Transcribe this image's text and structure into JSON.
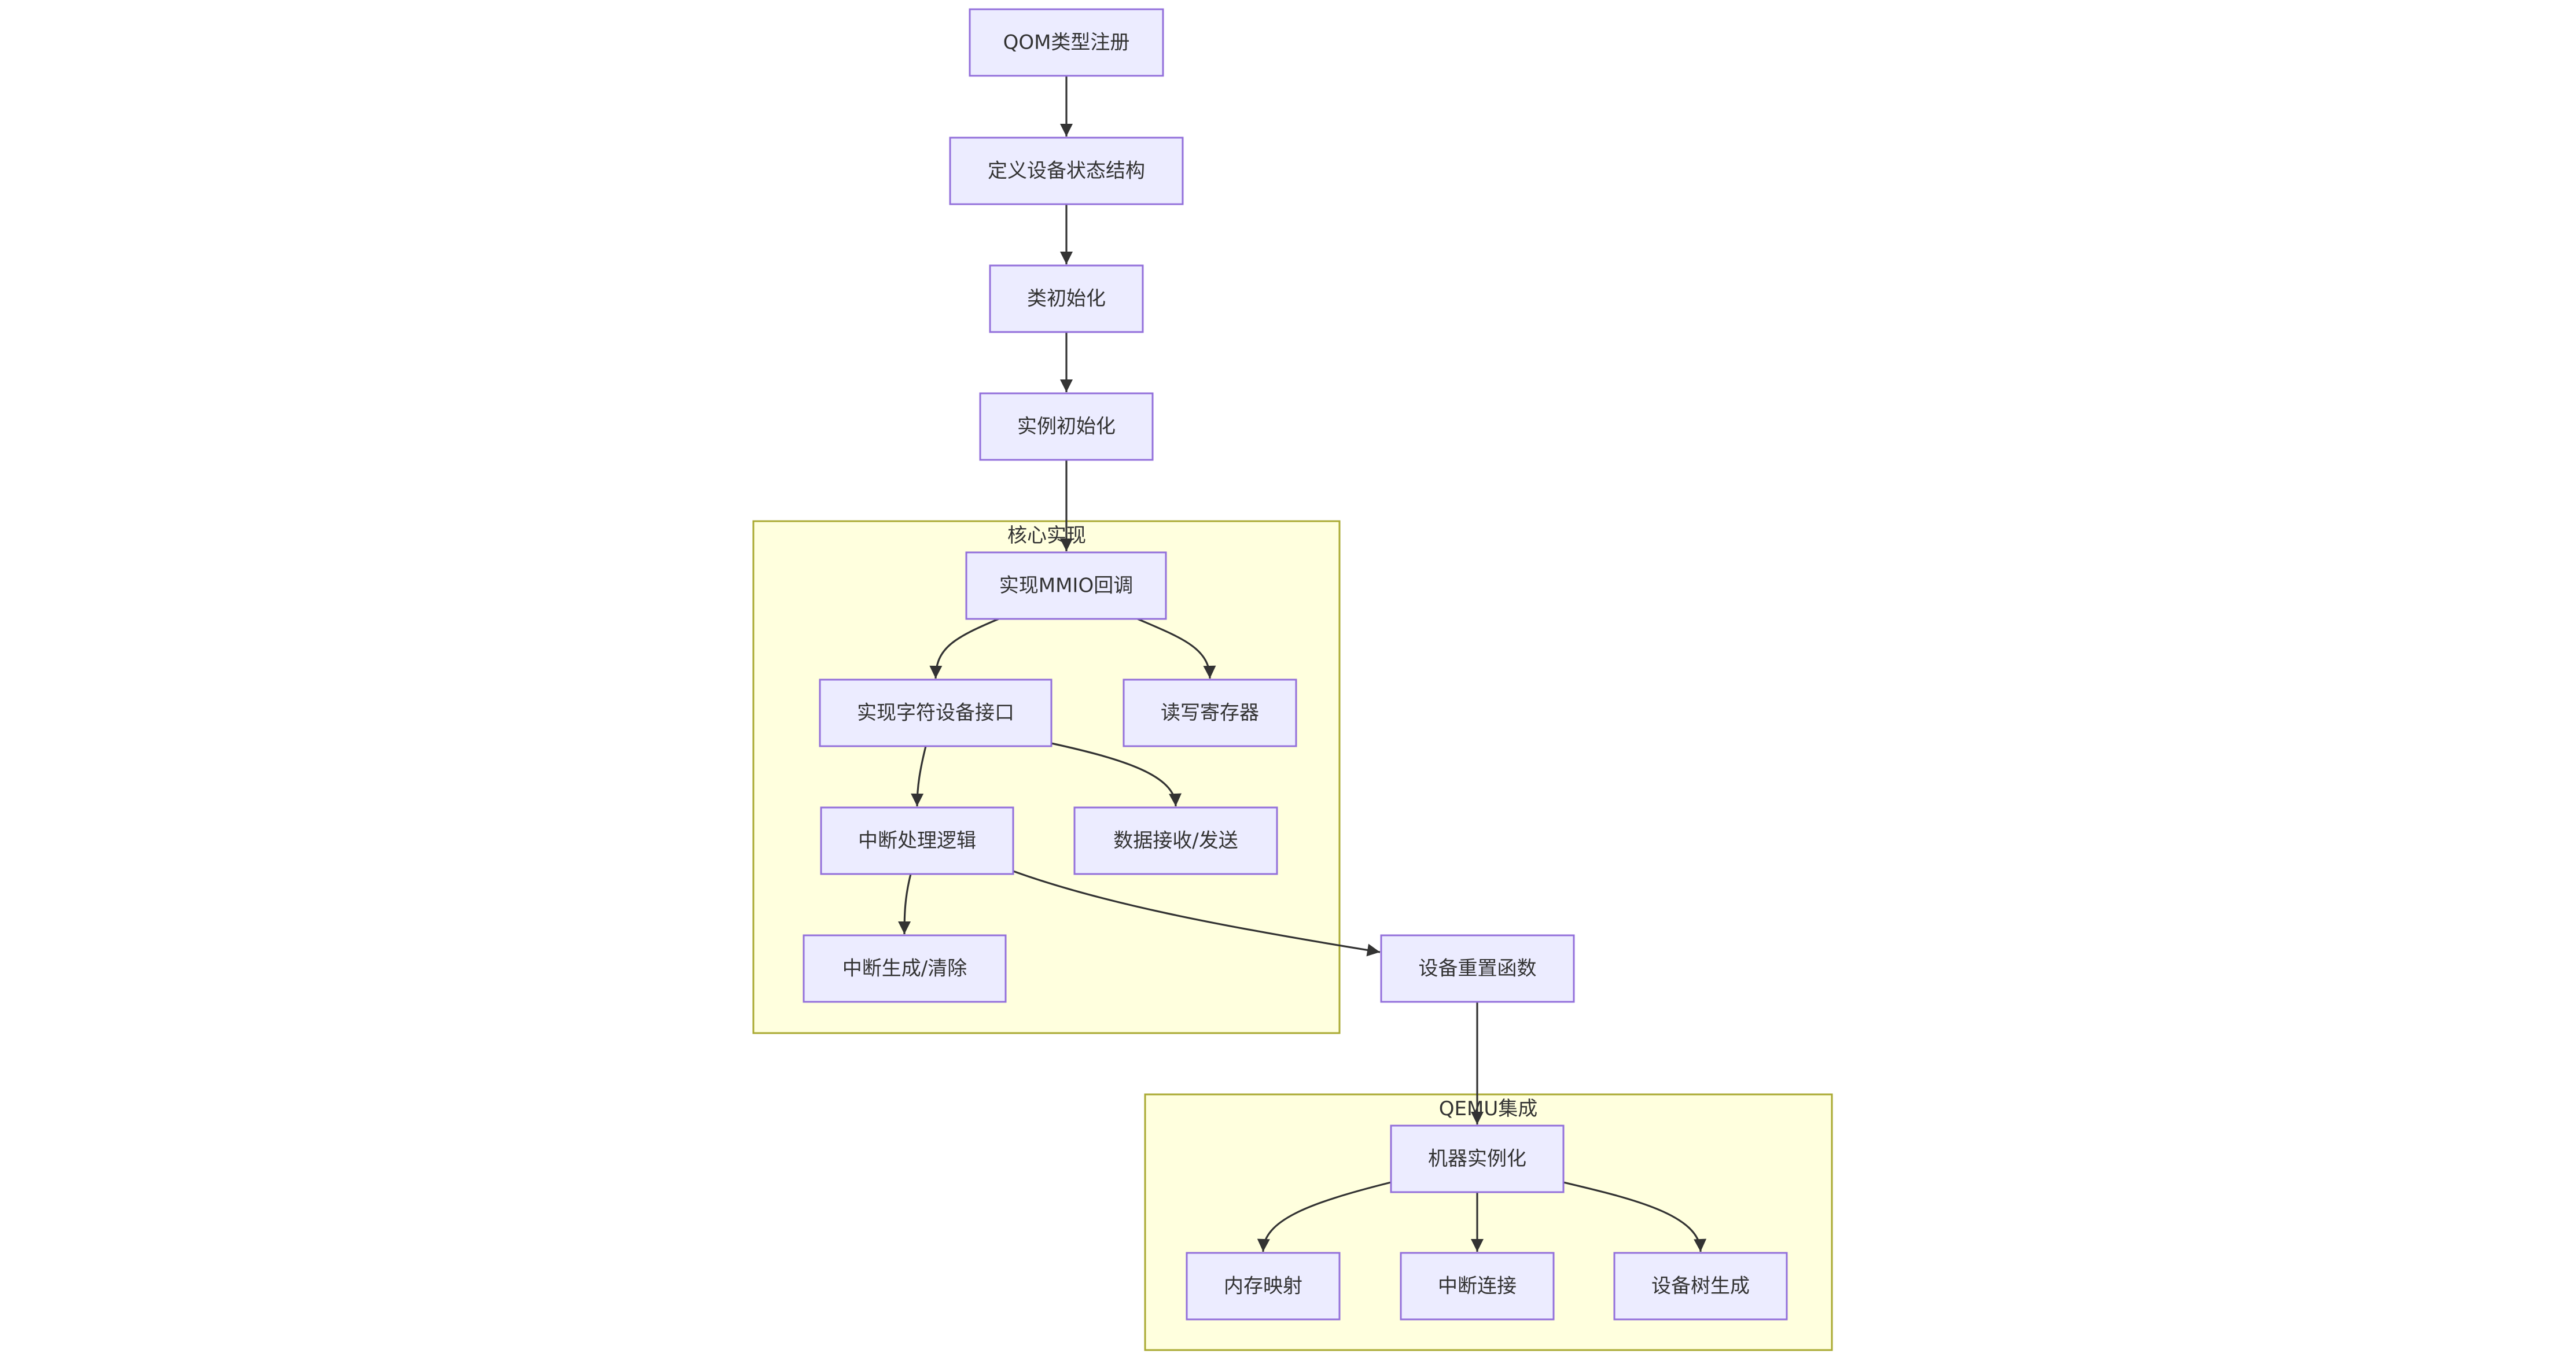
{
  "colors": {
    "node_fill": "#ececff",
    "node_stroke": "#9370db",
    "cluster_fill": "#ffffde",
    "cluster_stroke": "#aaaa33",
    "edge": "#333333",
    "text": "#333333"
  },
  "clusters": [
    {
      "id": "core",
      "label": "核心实现"
    },
    {
      "id": "qemu",
      "label": "QEMU集成"
    }
  ],
  "nodes": [
    {
      "id": "qom",
      "label": "QOM类型注册"
    },
    {
      "id": "state",
      "label": "定义设备状态结构"
    },
    {
      "id": "classinit",
      "label": "类初始化"
    },
    {
      "id": "instinit",
      "label": "实例初始化"
    },
    {
      "id": "mmio",
      "label": "实现MMIO回调"
    },
    {
      "id": "chardev",
      "label": "实现字符设备接口"
    },
    {
      "id": "regs",
      "label": "读写寄存器"
    },
    {
      "id": "irqlogic",
      "label": "中断处理逻辑"
    },
    {
      "id": "datarx",
      "label": "数据接收/发送"
    },
    {
      "id": "irqgen",
      "label": "中断生成/清除"
    },
    {
      "id": "reset",
      "label": "设备重置函数"
    },
    {
      "id": "machine",
      "label": "机器实例化"
    },
    {
      "id": "memmap",
      "label": "内存映射"
    },
    {
      "id": "irqconn",
      "label": "中断连接"
    },
    {
      "id": "dtb",
      "label": "设备树生成"
    }
  ],
  "edges": [
    {
      "from": "qom",
      "to": "state"
    },
    {
      "from": "state",
      "to": "classinit"
    },
    {
      "from": "classinit",
      "to": "instinit"
    },
    {
      "from": "instinit",
      "to": "mmio"
    },
    {
      "from": "mmio",
      "to": "chardev"
    },
    {
      "from": "mmio",
      "to": "regs"
    },
    {
      "from": "chardev",
      "to": "irqlogic"
    },
    {
      "from": "chardev",
      "to": "datarx"
    },
    {
      "from": "irqlogic",
      "to": "irqgen"
    },
    {
      "from": "irqlogic",
      "to": "reset"
    },
    {
      "from": "reset",
      "to": "machine"
    },
    {
      "from": "machine",
      "to": "memmap"
    },
    {
      "from": "machine",
      "to": "irqconn"
    },
    {
      "from": "machine",
      "to": "dtb"
    }
  ]
}
